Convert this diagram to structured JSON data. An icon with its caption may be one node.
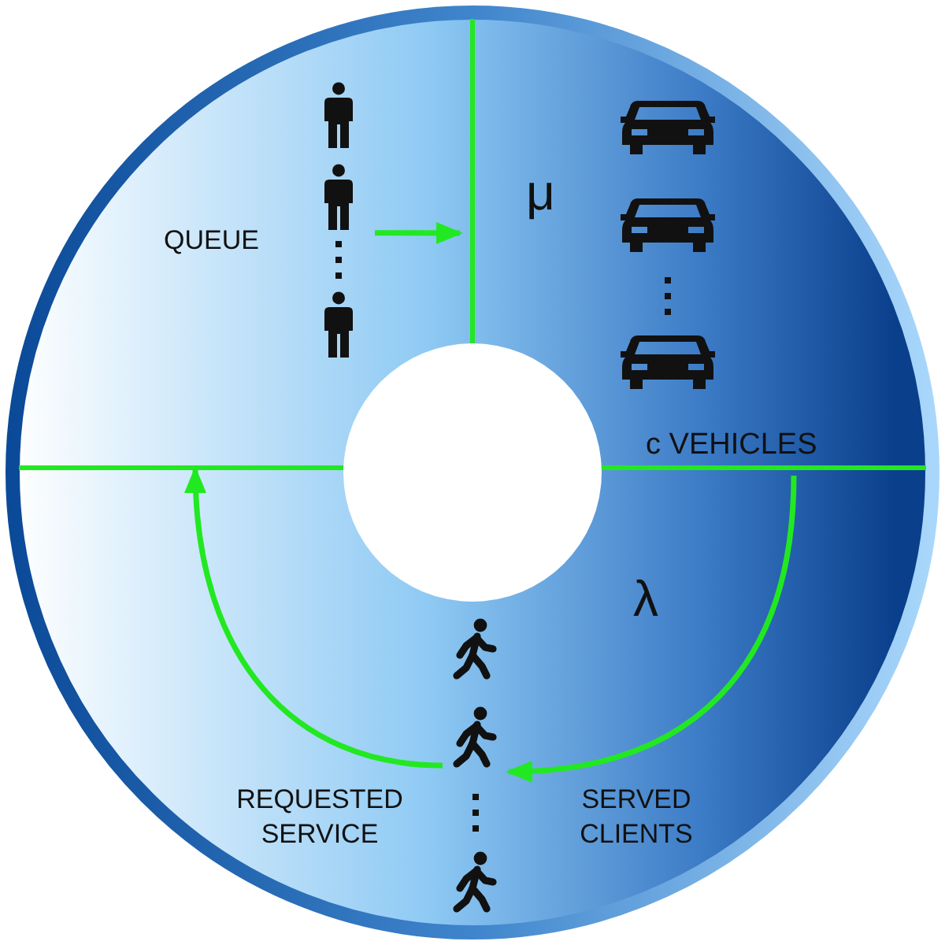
{
  "diagram": {
    "nodes": [
      {
        "text": [
          "QUEUE"
        ]
      },
      {
        "text": [
          "μ",
          "c VEHICLES"
        ]
      },
      {
        "text": [],
        "shape": "person"
      }
    ],
    "edges": [
      {
        "from": 0,
        "to": 1,
        "arrow": "to"
      },
      {
        "from": 1,
        "to": 2,
        "arrow": "to",
        "label": "SERVED CLIENTS"
      },
      {
        "from": 2,
        "to": 0,
        "arrow": "to",
        "label": "REQUESTED SERVICE"
      }
    ],
    "labels": [
      "λ"
    ]
  }
}
